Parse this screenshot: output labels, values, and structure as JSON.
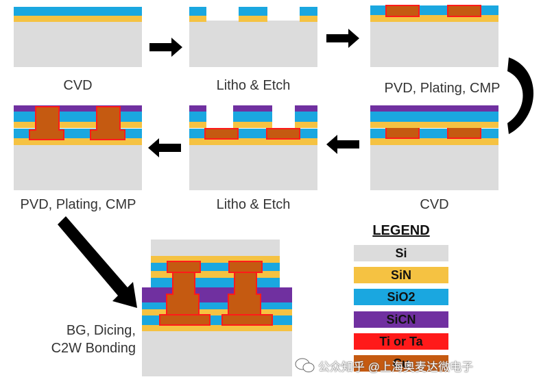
{
  "steps": [
    {
      "label": "CVD"
    },
    {
      "label": "Litho & Etch"
    },
    {
      "label": "PVD, Plating, CMP"
    },
    {
      "label": "CVD"
    },
    {
      "label": "Litho & Etch"
    },
    {
      "label": "PVD, Plating, CMP"
    },
    {
      "label_line1": "BG, Dicing,",
      "label_line2": "C2W Bonding"
    }
  ],
  "legend": {
    "title": "LEGEND",
    "items": [
      {
        "label": "Si",
        "color": "#dcdcdc"
      },
      {
        "label": "SiN",
        "color": "#f5c242"
      },
      {
        "label": "SiO2",
        "color": "#1aa7e0"
      },
      {
        "label": "SiCN",
        "color": "#7030a0"
      },
      {
        "label": "Ti or Ta",
        "color": "#ff1a1a"
      },
      {
        "label": "Cu",
        "color": "#c55a11"
      }
    ]
  },
  "watermark": "公众知乎 @上海奥麦达微电子"
}
